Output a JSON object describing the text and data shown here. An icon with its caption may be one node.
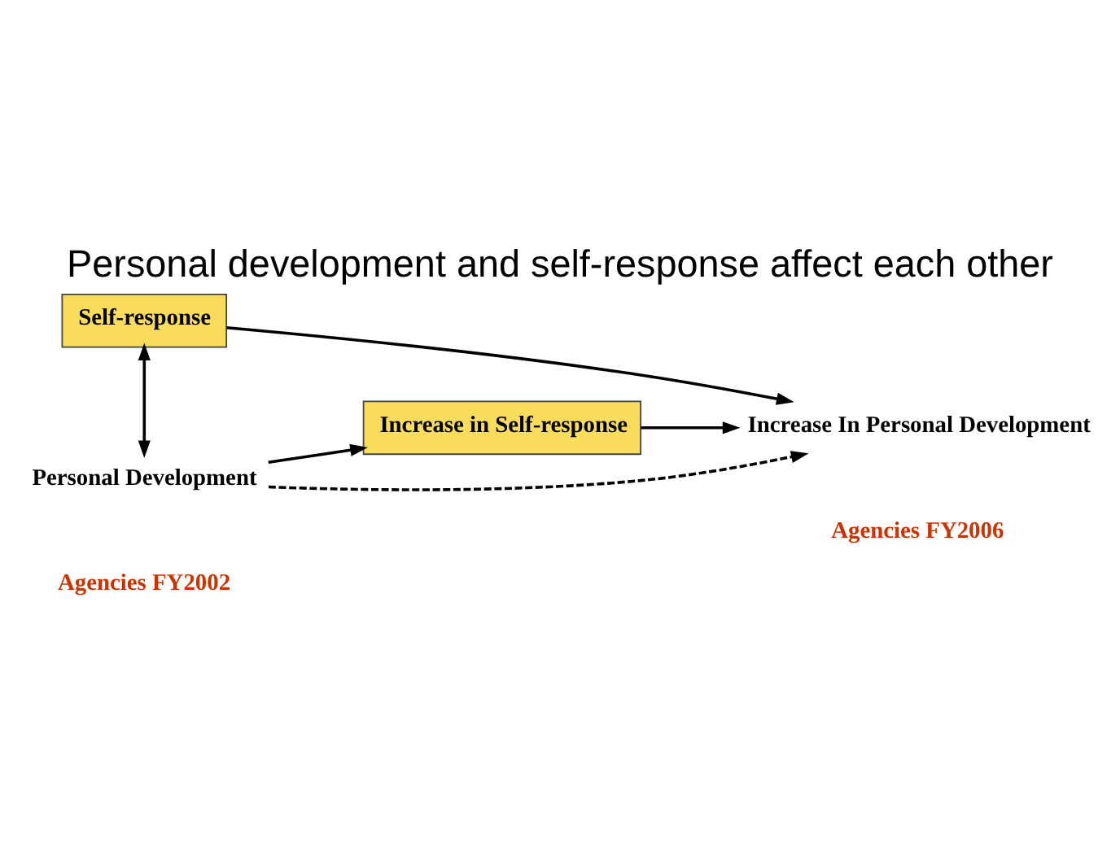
{
  "diagram": {
    "title": "Personal development and self-response affect each other",
    "nodes": [
      {
        "text": [
          "Self-response"
        ]
      },
      {
        "text": [
          "Personal Development"
        ]
      },
      {
        "text": [
          "Increase in Self-response"
        ]
      },
      {
        "text": [
          "Increase In Personal Development"
        ]
      }
    ],
    "edges": [
      {
        "from": 0,
        "to": 3,
        "arrow": "to"
      },
      {
        "from": 0,
        "to": 1,
        "arrow": "both"
      },
      {
        "from": 1,
        "to": 3,
        "arrow": "to",
        "style": "dashed"
      },
      {
        "from": 1,
        "to": 2,
        "arrow": "to"
      },
      {
        "from": 2,
        "to": 3,
        "arrow": "to"
      }
    ],
    "labels": [
      "Agencies FY2002",
      "Agencies FY2006"
    ]
  }
}
